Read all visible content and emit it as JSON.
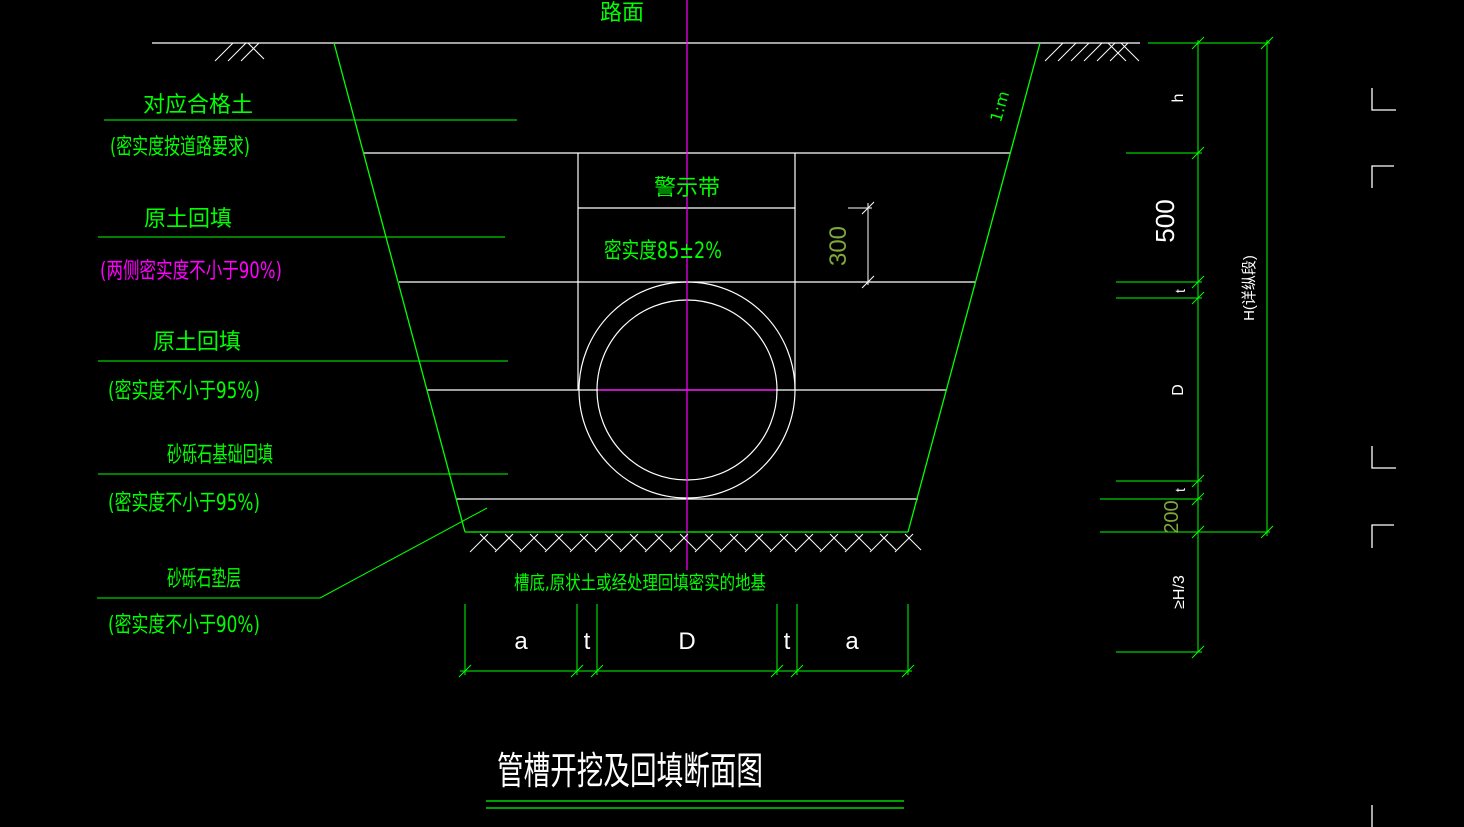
{
  "colors": {
    "background": "#000000",
    "line_white": "#ffffff",
    "line_green": "#00ff00",
    "text_green": "#00ff00",
    "text_magenta": "#ff00ff",
    "centerline": "#ff00ff",
    "dim_text_white": "#ffffff",
    "dim_text_olive": "#7fa83a"
  },
  "labels": {
    "road_surface": "路面",
    "layer1_title": "对应合格土",
    "layer1_note": "(密实度按道路要求)",
    "layer2_title": "原土回填",
    "layer2_note": "(两侧密实度不小于90%)",
    "layer3_title": "原土回填",
    "layer3_note": "(密实度不小于95%)",
    "layer4_title": "砂砾石基础回填",
    "layer4_note": "(密实度不小于95%)",
    "layer5_title": "砂砾石垫层",
    "layer5_note": "(密实度不小于90%)",
    "warning_tape": "警示带",
    "compaction": "密实度85±2%",
    "slope": "1:m",
    "trench_bottom": "槽底,原状土或经处理回填密实的地基",
    "drawing_title": "管槽开挖及回填断面图"
  },
  "dimensions": {
    "dim_300": "300",
    "right_h": "h",
    "right_500": "500",
    "right_t_top": "t",
    "right_D": "D",
    "right_t_bottom": "t",
    "right_200": "200",
    "right_H3": "≥H/3",
    "right_H_total": "H(详纵段)",
    "bottom_a_left": "a",
    "bottom_t_left": "t",
    "bottom_D": "D",
    "bottom_t_right": "t",
    "bottom_a_right": "a"
  }
}
